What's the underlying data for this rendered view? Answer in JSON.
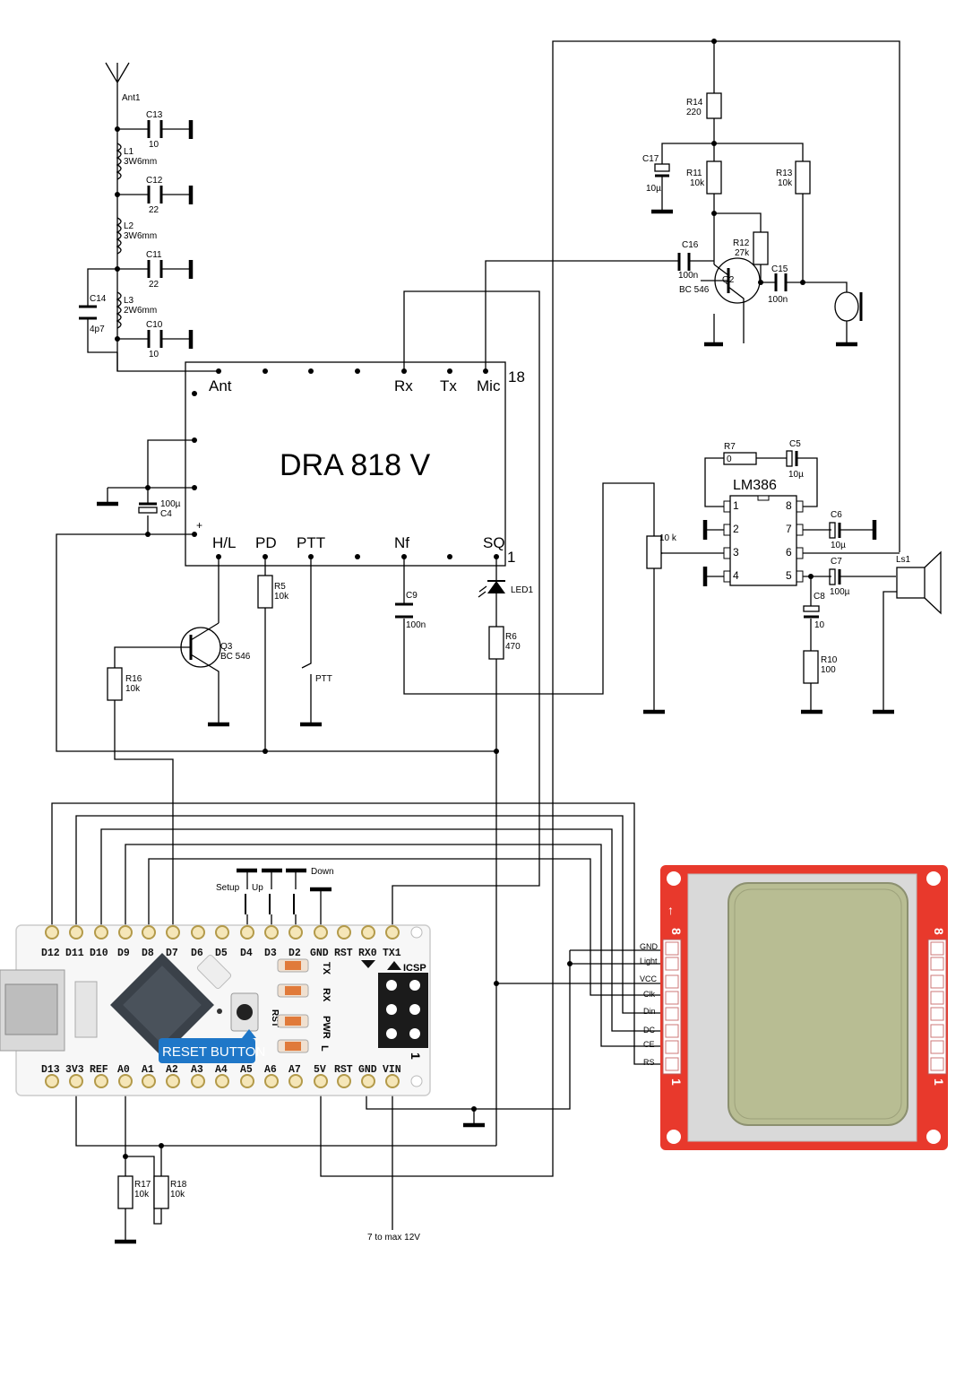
{
  "module": {
    "name": "DRA 818 V",
    "pin_top": [
      "Ant",
      "Rx",
      "Tx",
      "Mic"
    ],
    "pin_bottom": [
      "H/L",
      "PD",
      "PTT",
      "Nf",
      "SQ"
    ],
    "pin18": "18",
    "pin1": "1",
    "plus": "+"
  },
  "antenna": {
    "label": "Ant1"
  },
  "components": {
    "C13": {
      "ref": "C13",
      "value": "10"
    },
    "L1": {
      "ref": "L1",
      "value": "3W6mm"
    },
    "C12": {
      "ref": "C12",
      "value": "22"
    },
    "L2": {
      "ref": "L2",
      "value": "3W6mm"
    },
    "C11": {
      "ref": "C11",
      "value": "22"
    },
    "C14": {
      "ref": "C14",
      "value": "4p7"
    },
    "L3": {
      "ref": "L3",
      "value": "2W6mm"
    },
    "C10": {
      "ref": "C10",
      "value": "10"
    },
    "C4": {
      "ref": "C4",
      "value": "100µ"
    },
    "R14": {
      "ref": "R14",
      "value": "220"
    },
    "C17": {
      "ref": "C17",
      "value": "10µ"
    },
    "R11": {
      "ref": "R11",
      "value": "10k"
    },
    "R13": {
      "ref": "R13",
      "value": "10k"
    },
    "R12": {
      "ref": "R12",
      "value": "27k"
    },
    "C16": {
      "ref": "C16",
      "value": "100n"
    },
    "Q2": {
      "ref": "Q2",
      "value": "BC 546"
    },
    "C15": {
      "ref": "C15",
      "value": "100n"
    },
    "R7": {
      "ref": "R7",
      "value": "0"
    },
    "C5": {
      "ref": "C5",
      "value": "10µ"
    },
    "C6": {
      "ref": "C6",
      "value": "10µ"
    },
    "C7": {
      "ref": "C7",
      "value": "100µ"
    },
    "C8": {
      "ref": "C8",
      "value": "10"
    },
    "R10": {
      "ref": "R10",
      "value": "100"
    },
    "R5": {
      "ref": "R5",
      "value": "10k"
    },
    "Q3": {
      "ref": "Q3",
      "value": "BC 546"
    },
    "R16": {
      "ref": "R16",
      "value": "10k"
    },
    "C9": {
      "ref": "C9",
      "value": "100n"
    },
    "LED1": {
      "ref": "LED1"
    },
    "R6": {
      "ref": "R6",
      "value": "470"
    },
    "R17": {
      "ref": "R17",
      "value": "10k"
    },
    "R18": {
      "ref": "R18",
      "value": "10k"
    },
    "pot": {
      "value": "10 k"
    },
    "Ls1": {
      "ref": "Ls1"
    },
    "PTT": {
      "label": "PTT"
    }
  },
  "amp": {
    "name": "LM386",
    "pins": [
      "1",
      "2",
      "3",
      "4",
      "5",
      "6",
      "7",
      "8"
    ]
  },
  "buttons": [
    "Setup",
    "Up",
    "Down"
  ],
  "nano": {
    "top_pins": [
      "D12",
      "D11",
      "D10",
      "D9",
      "D8",
      "D7",
      "D6",
      "D5",
      "D4",
      "D3",
      "D2",
      "GND",
      "RST",
      "RX0",
      "TX1"
    ],
    "bottom_pins": [
      "D13",
      "3V3",
      "REF",
      "A0",
      "A1",
      "A2",
      "A3",
      "A4",
      "A5",
      "A6",
      "A7",
      "5V",
      "RST",
      "GND",
      "VIN"
    ],
    "led_labels": [
      "TX",
      "RX",
      "PWR",
      "L"
    ],
    "rst_label": "RST",
    "icsp_label": "ICSP",
    "icsp_pin": "1",
    "reset_label": "RESET BUTTON"
  },
  "lcd": {
    "pins": [
      "GND",
      "Light",
      "VCC",
      "Clk",
      "Din",
      "DC",
      "CE",
      "RS"
    ],
    "num_8": "8",
    "num_1": "1",
    "arrow": "↑"
  },
  "supply_note": "7 to max 12V",
  "colors": {
    "lcd_board": "#e8392c",
    "lcd_glass": "#b8bd93",
    "lcd_frame": "#d9d9d9",
    "reset_badge": "#1f77c8",
    "chip": "#3a4149",
    "led_pad": "#e07a3a"
  }
}
